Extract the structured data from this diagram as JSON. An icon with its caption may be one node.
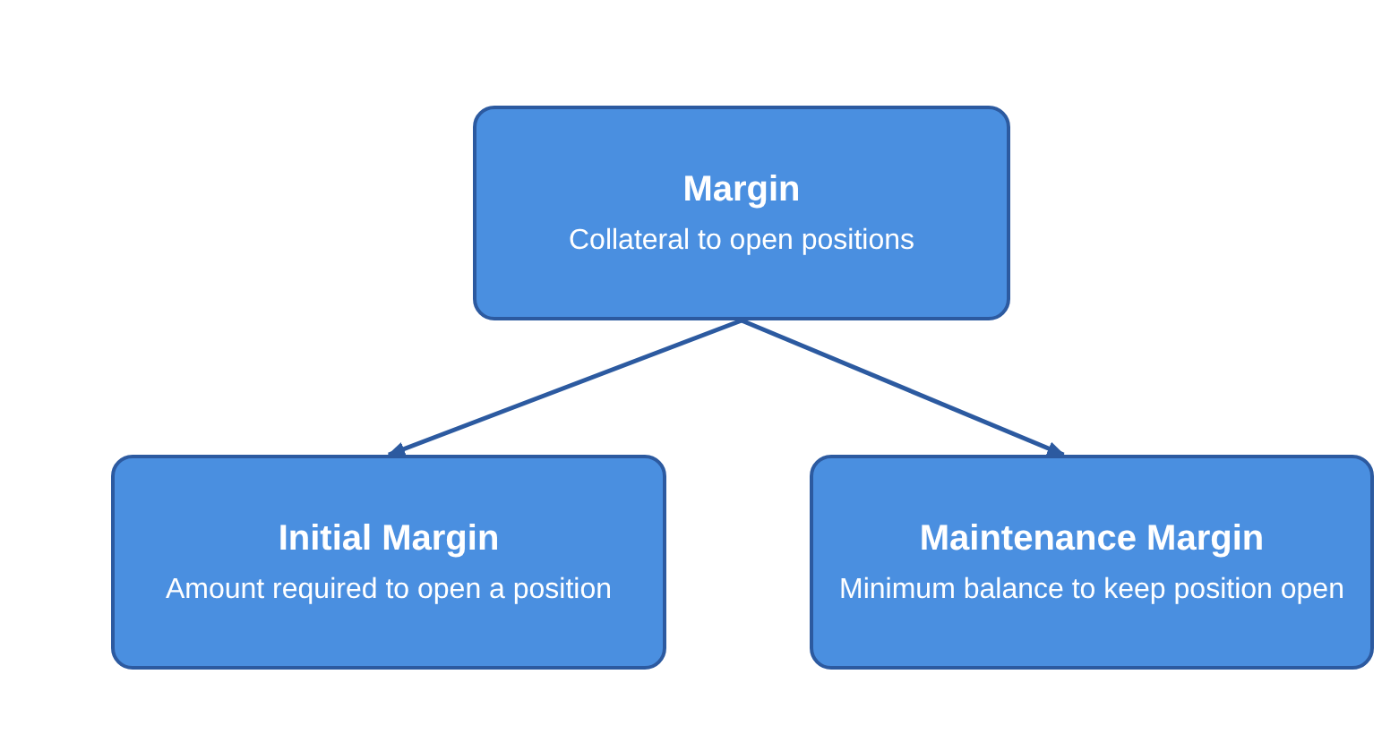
{
  "diagram": {
    "nodes": [
      {
        "text": [
          "Margin",
          "Collateral to open positions"
        ]
      },
      {
        "text": [
          "Initial Margin",
          "Amount required to open a position"
        ]
      },
      {
        "text": [
          "Maintenance Margin",
          "Minimum balance to keep position open"
        ]
      }
    ],
    "edges": [
      {
        "from": 0,
        "to": 1,
        "arrow": "to"
      },
      {
        "from": 0,
        "to": 2,
        "arrow": "to"
      }
    ]
  }
}
